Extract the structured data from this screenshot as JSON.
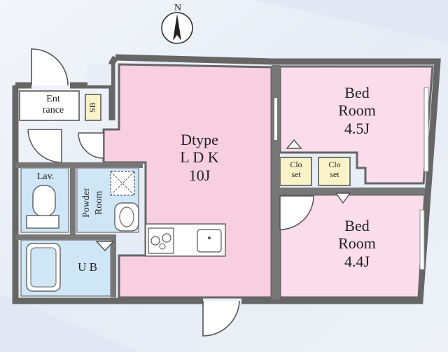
{
  "compass": {
    "label": "N"
  },
  "rooms": {
    "ldk": {
      "line1": "Dtype",
      "line2": "L D K",
      "line3": "10J"
    },
    "bed1": {
      "line1": "Bed",
      "line2": "Room",
      "line3": "4.5J"
    },
    "bed2": {
      "line1": "Bed",
      "line2": "Room",
      "line3": "4.4J"
    },
    "entrance": {
      "line1": "Ent",
      "line2": "rance"
    },
    "sb": {
      "label": "SB"
    },
    "lav": {
      "label": "Lav."
    },
    "powder": {
      "label": "Powder Room"
    },
    "ub": {
      "label": "U B"
    },
    "closet1": {
      "line1": "Clo",
      "line2": "set"
    },
    "closet2": {
      "line1": "Clo",
      "line2": "set"
    }
  },
  "colors": {
    "ldk_fill": "#f7cfe0",
    "bed_fill": "#fbdcea",
    "wet_fill": "#cfe6f7",
    "closet_fill": "#fbf3c8",
    "wall": "#666666",
    "background": "#e9eef6"
  }
}
